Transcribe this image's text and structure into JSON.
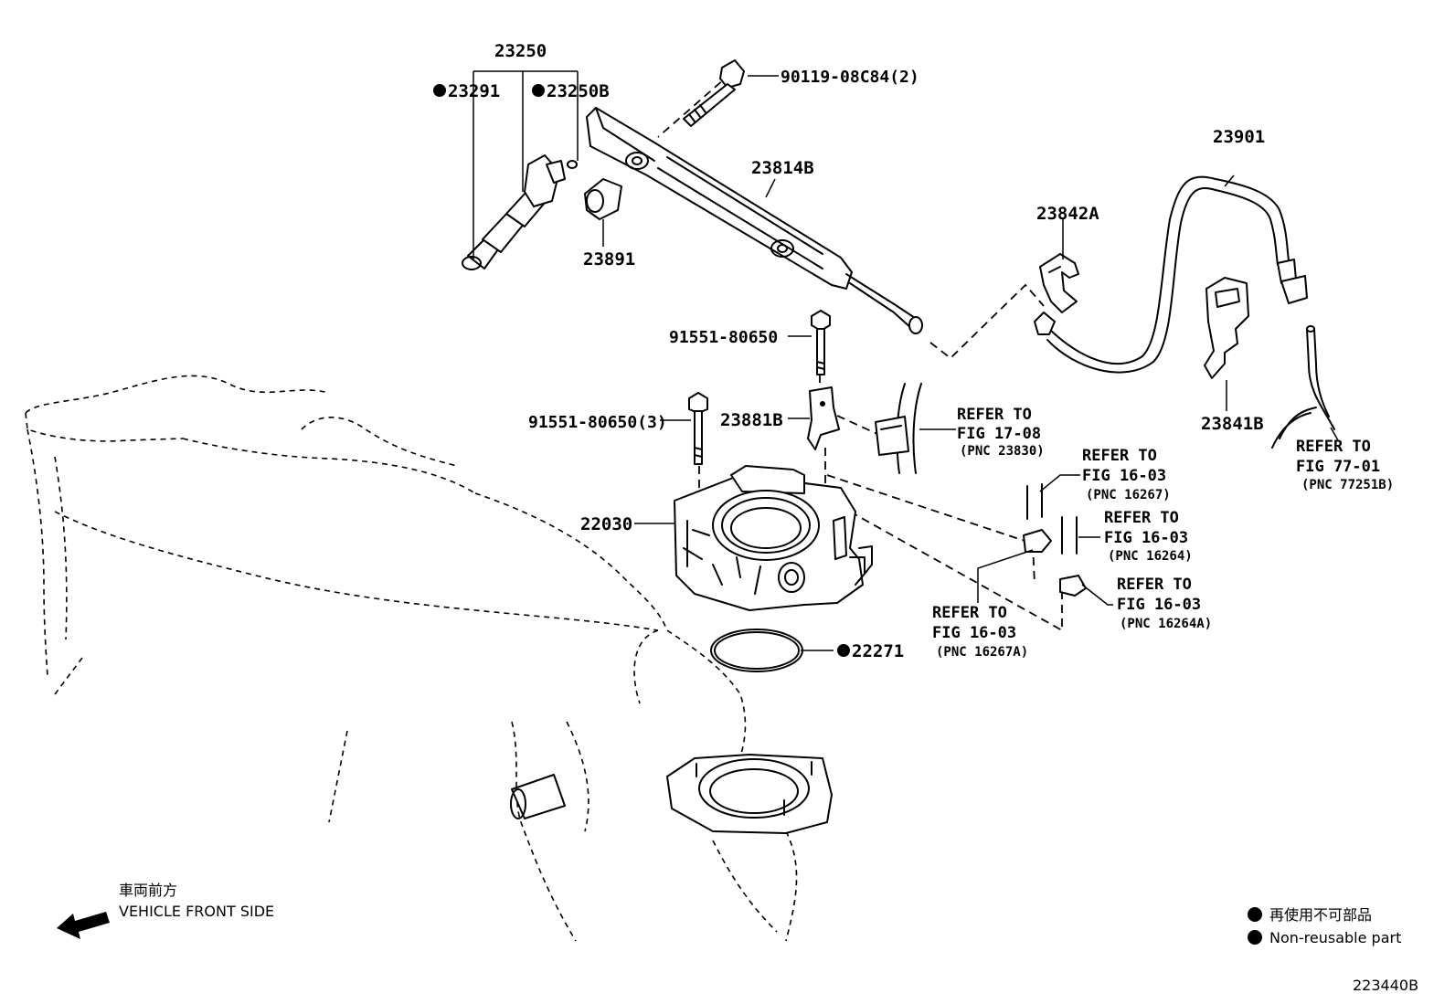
{
  "parts": {
    "p23250": "23250",
    "p23291": "23291",
    "p23250b": "23250B",
    "p90119": "90119-08C84(2)",
    "p23814b": "23814B",
    "p23891": "23891",
    "p23901": "23901",
    "p23842a": "23842A",
    "p23841b": "23841B",
    "p91551a": "91551-80650",
    "p91551b": "91551-80650(3)",
    "p23881b": "23881B",
    "p22030": "22030",
    "p22271": "22271"
  },
  "references": {
    "r1": {
      "line1": "REFER TO",
      "line2": "FIG 17-08",
      "line3": "(PNC 23830)"
    },
    "r2": {
      "line1": "REFER TO",
      "line2": "FIG 16-03",
      "line3": "(PNC 16267)"
    },
    "r3": {
      "line1": "REFER TO",
      "line2": "FIG 16-03",
      "line3": "(PNC 16264)"
    },
    "r4": {
      "line1": "REFER TO",
      "line2": "FIG 16-03",
      "line3": "(PNC 16264A)"
    },
    "r5": {
      "line1": "REFER TO",
      "line2": "FIG 16-03",
      "line3": "(PNC 16267A)"
    },
    "r6": {
      "line1": "REFER TO",
      "line2": "FIG 77-01",
      "line3": "(PNC 77251B)"
    }
  },
  "front": {
    "jp": "車両前方",
    "en": "VEHICLE FRONT SIDE"
  },
  "legend": {
    "jp": "再使用不可部品",
    "en": "Non-reusable part"
  },
  "diagram_id": "223440B"
}
